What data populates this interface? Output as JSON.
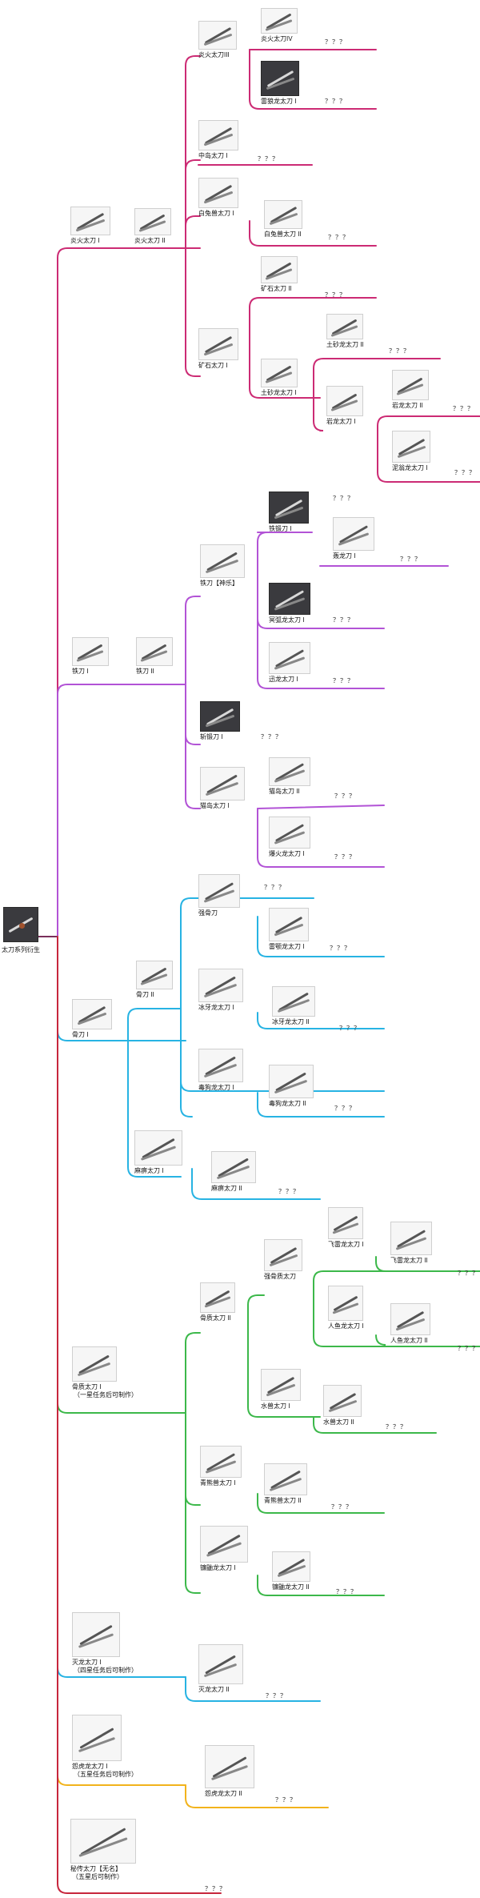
{
  "root": {
    "label": "太刀系列衍生"
  },
  "unknown_mark": "？？？",
  "colors": {
    "magenta": "#cc2b74",
    "purple": "#b253d6",
    "blue": "#27b3e3",
    "green": "#3cb84a",
    "orange": "#f2b31c",
    "red": "#c7263d",
    "root_trunk": "#7a2f5b"
  },
  "nodes": {
    "n1": {
      "label": "炎火太刀 I"
    },
    "n2": {
      "label": "炎火太刀 II"
    },
    "n3": {
      "label": "炎火太刀III"
    },
    "n4": {
      "label": "炎火太刀IV"
    },
    "n5": {
      "label": "雷狼龙太刀 I"
    },
    "n6": {
      "label": "中岛太刀 I"
    },
    "n7": {
      "label": "白兔兽太刀 I"
    },
    "n8": {
      "label": "白兔兽太刀 II"
    },
    "n9": {
      "label": "矿石太刀 I"
    },
    "n10": {
      "label": "矿石太刀 II"
    },
    "n11": {
      "label": "土砂龙太刀 I"
    },
    "n12": {
      "label": "土砂龙太刀 II"
    },
    "n13": {
      "label": "岩龙太刀 I"
    },
    "n14": {
      "label": "岩龙太刀 II"
    },
    "n15": {
      "label": "泥翁龙太刀 I"
    },
    "n16": {
      "label": "铁刀 I"
    },
    "n17": {
      "label": "铁刀 II"
    },
    "n18": {
      "label": "铁刀【神乐】"
    },
    "n19": {
      "label": "铁锻刀 I"
    },
    "n20": {
      "label": "轰龙刀 I"
    },
    "n21": {
      "label": "冥弧龙太刀 I"
    },
    "n22": {
      "label": "迅龙太刀 I"
    },
    "n23": {
      "label": "斩锻刀 I"
    },
    "n24": {
      "label": "猫岛太刀 I"
    },
    "n25": {
      "label": "猫岛太刀 II"
    },
    "n26": {
      "label": "爆火龙太刀 I"
    },
    "n27": {
      "label": "骨刀 I"
    },
    "n28": {
      "label": "骨刀 II"
    },
    "n29": {
      "label": "强骨刀"
    },
    "n30": {
      "label": "雷颚龙太刀 I"
    },
    "n31": {
      "label": "冰牙龙太刀 I"
    },
    "n32": {
      "label": "冰牙龙太刀 II"
    },
    "n33": {
      "label": "毒狗龙太刀 I"
    },
    "n34": {
      "label": "毒狗龙太刀 II"
    },
    "n35": {
      "label": "麻痹太刀 I"
    },
    "n36": {
      "label": "麻痹太刀 II"
    },
    "n37": {
      "label": "骨质太刀 I",
      "label2": "（一星任务后可制作）"
    },
    "n38": {
      "label": "骨质太刀 II"
    },
    "n39": {
      "label": "强骨质太刀"
    },
    "n40": {
      "label": "飞雷龙太刀 I"
    },
    "n41": {
      "label": "飞雷龙太刀 II"
    },
    "n42": {
      "label": "人鱼龙太刀 I"
    },
    "n43": {
      "label": "人鱼龙太刀 II"
    },
    "n44": {
      "label": "水兽太刀 I"
    },
    "n45": {
      "label": "水兽太刀 II"
    },
    "n46": {
      "label": "青熊兽太刀 I"
    },
    "n47": {
      "label": "青熊兽太刀 II"
    },
    "n48": {
      "label": "镰鼬龙太刀 I"
    },
    "n49": {
      "label": "镰鼬龙太刀 II"
    },
    "n50": {
      "label": "灭龙太刀 I",
      "label2": "（四星任务后可制作）"
    },
    "n51": {
      "label": "灭龙太刀 II"
    },
    "n52": {
      "label": "怨虎龙太刀 I",
      "label2": "（五星任务后可制作）"
    },
    "n53": {
      "label": "怨虎龙太刀 II"
    },
    "n54": {
      "label": "秘传太刀【无名】",
      "label2": "（五星后可制作）"
    }
  }
}
